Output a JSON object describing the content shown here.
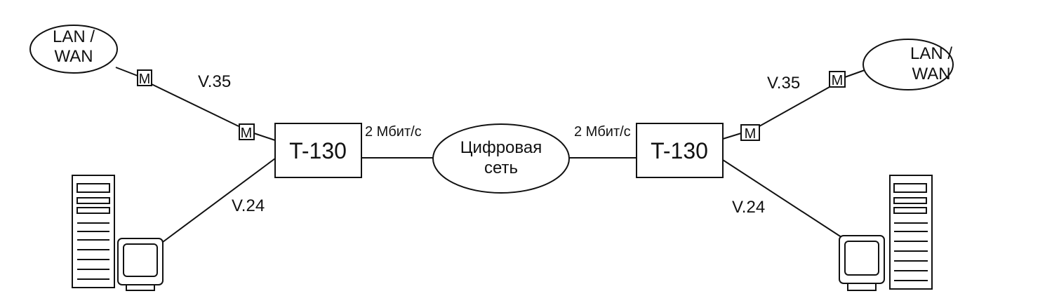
{
  "left": {
    "network": {
      "line1": "LAN /",
      "line2": "WAN"
    },
    "modem_near_network": "M",
    "modem_near_device": "M",
    "link_v35": "V.35",
    "device": "T-130",
    "link_v24": "V.24",
    "trunk_speed": "2 Мбит/с"
  },
  "center": {
    "network": {
      "line1": "Цифровая",
      "line2": "сеть"
    }
  },
  "right": {
    "network": {
      "line1": "LAN /",
      "line2": "WAN"
    },
    "modem_near_network": "M",
    "modem_near_device": "M",
    "link_v35": "V.35",
    "device": "T-130",
    "link_v24": "V.24",
    "trunk_speed": "2 Мбит/с"
  },
  "icons": {
    "workstation": "workstation-icon",
    "monitor": "monitor-icon"
  }
}
